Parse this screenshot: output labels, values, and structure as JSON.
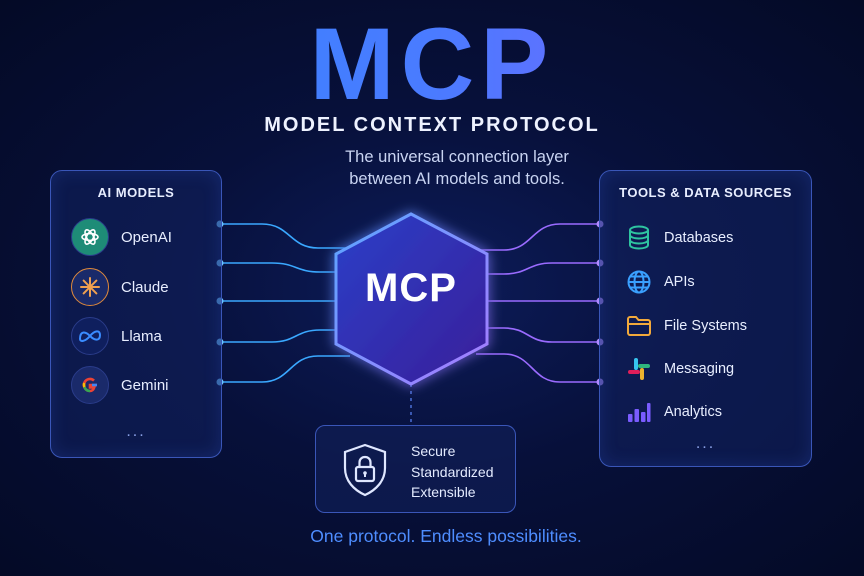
{
  "header": {
    "title": "MCP",
    "subtitle": "MODEL CONTEXT PROTOCOL",
    "tagline_line1": "The universal connection layer",
    "tagline_line2": "between AI models and tools."
  },
  "ai_models": {
    "title": "AI MODELS",
    "items": [
      {
        "label": "OpenAI",
        "icon": "openai-icon",
        "color": "#1e8c77"
      },
      {
        "label": "Claude",
        "icon": "claude-icon",
        "color": "#e08a3c"
      },
      {
        "label": "Llama",
        "icon": "meta-icon",
        "color": "#3a7cff"
      },
      {
        "label": "Gemini",
        "icon": "google-icon",
        "color": "#ea4335"
      }
    ],
    "more": "..."
  },
  "hub": {
    "label": "MCP"
  },
  "tools": {
    "title": "TOOLS & DATA SOURCES",
    "items": [
      {
        "label": "Databases",
        "icon": "database-icon",
        "color": "#2ec4a0"
      },
      {
        "label": "APIs",
        "icon": "globe-icon",
        "color": "#3aa0ff"
      },
      {
        "label": "File Systems",
        "icon": "folder-icon",
        "color": "#f2a93b"
      },
      {
        "label": "Messaging",
        "icon": "slack-icon",
        "color": "#e01e5a"
      },
      {
        "label": "Analytics",
        "icon": "bar-chart-icon",
        "color": "#7a5cff"
      }
    ],
    "more": "..."
  },
  "secure": {
    "line1": "Secure",
    "line2": "Standardized",
    "line3": "Extensible"
  },
  "footer": "One protocol. Endless possibilities.",
  "colors": {
    "left_lines": "#3aa8ff",
    "right_lines": "#9a6bff",
    "accent_blue": "#2f86ff",
    "accent_purple": "#8a5cff"
  }
}
